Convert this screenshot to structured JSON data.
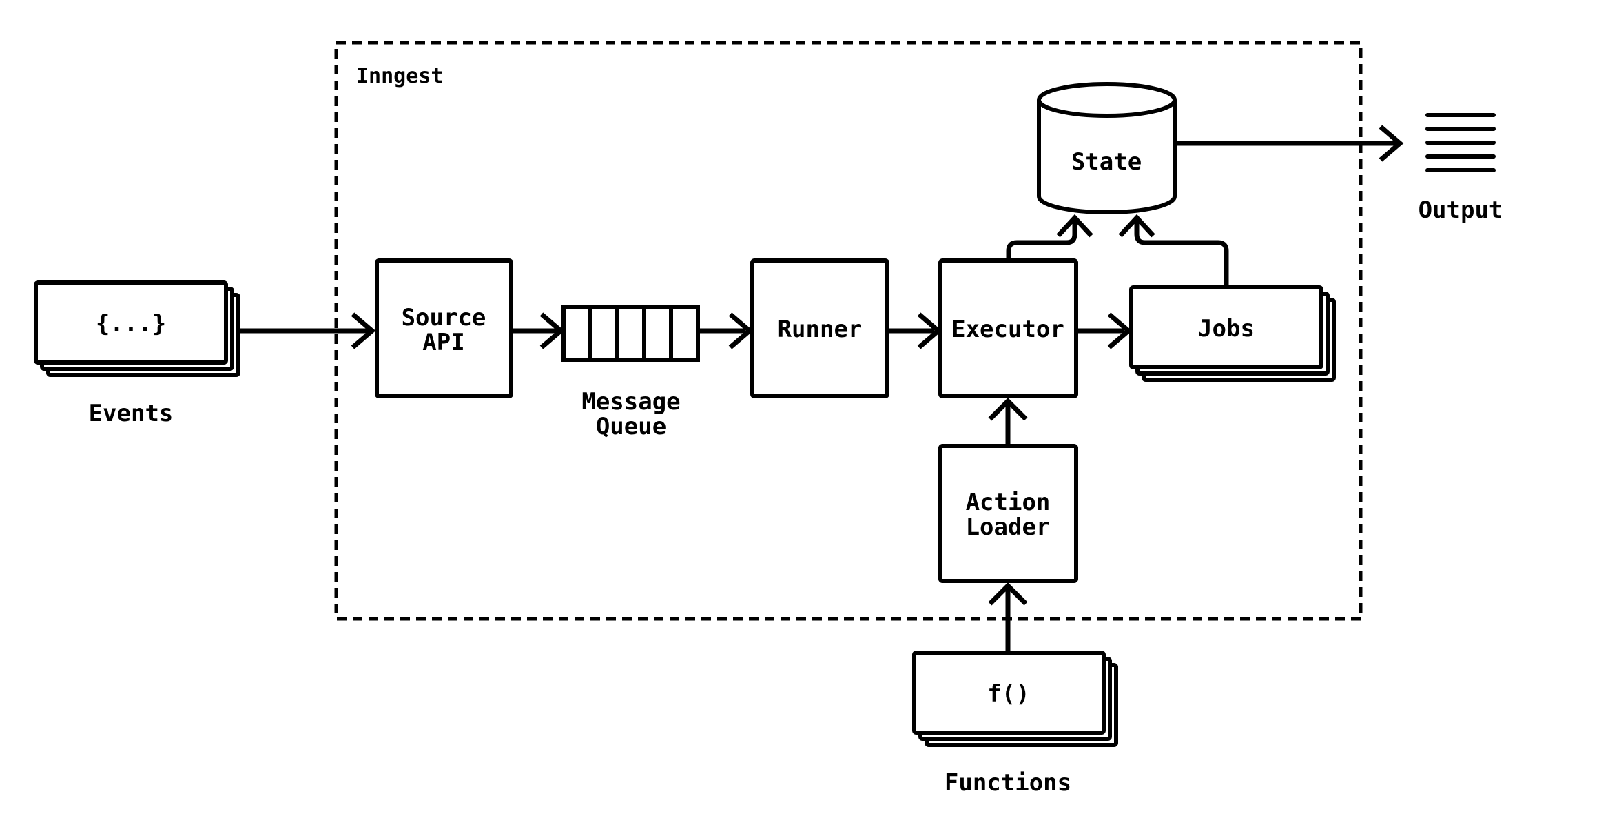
{
  "diagram": {
    "container": {
      "label": "Inngest"
    },
    "colors": {
      "ink": "#000000",
      "background": "#ffffff"
    },
    "nodes": {
      "events": {
        "icon_text": "{...}",
        "caption": "Events"
      },
      "source_api": {
        "label_line1": "Source",
        "label_line2": "API"
      },
      "message_queue": {
        "caption_line1": "Message",
        "caption_line2": "Queue"
      },
      "runner": {
        "label": "Runner"
      },
      "executor": {
        "label": "Executor"
      },
      "jobs": {
        "label": "Jobs"
      },
      "state": {
        "label": "State"
      },
      "action_loader": {
        "label_line1": "Action",
        "label_line2": "Loader"
      },
      "functions": {
        "icon_text": "f()",
        "caption": "Functions"
      },
      "output": {
        "caption": "Output"
      }
    }
  }
}
